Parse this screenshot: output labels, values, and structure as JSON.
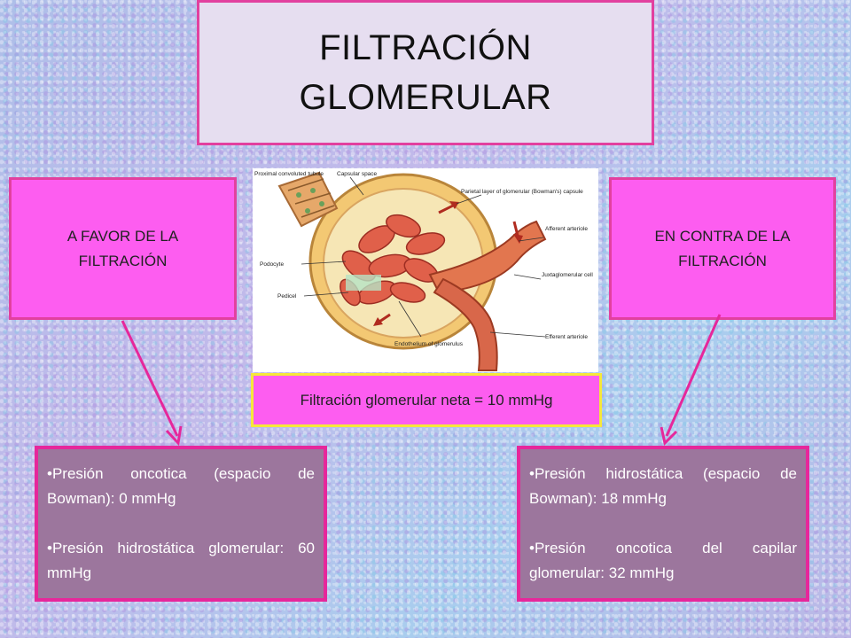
{
  "title": {
    "line1": "FILTRACIÓN",
    "line2": "GLOMERULAR"
  },
  "favor": {
    "label_line1": "A FAVOR DE LA",
    "label_line2": "FILTRACIÓN",
    "items": [
      "•Presión oncotica (espacio de Bowman): 0 mmHg",
      "•Presión hidrostática glomerular: 60 mmHg"
    ]
  },
  "contra": {
    "label_line1": "EN CONTRA DE LA",
    "label_line2": "FILTRACIÓN",
    "items": [
      "•Presión hidrostática (espacio de Bowman): 18 mmHg",
      "•Presión oncotica del capilar glomerular: 32 mmHg"
    ]
  },
  "net": {
    "text": "Filtración glomerular neta = 10 mmHg"
  },
  "diagram": {
    "labels": {
      "proximal": "Proximal convoluted tubule",
      "capsular_space": "Capsular space",
      "parietal": "Parietal layer of glomerular (Bowman's) capsule",
      "podocyte": "Podocyte",
      "pedicel": "Pedicel",
      "afferent": "Afferent arteriole",
      "juxta": "Juxtaglomerular cell",
      "endothelium": "Endothelium of glomerulus",
      "efferent": "Efferent arteriole"
    }
  },
  "colors": {
    "pink_box": "#fd5df0",
    "border_pink": "#e2409f",
    "purple_box": "#9c769d",
    "net_border": "#f5e83a",
    "arrow": "#e6279b"
  }
}
